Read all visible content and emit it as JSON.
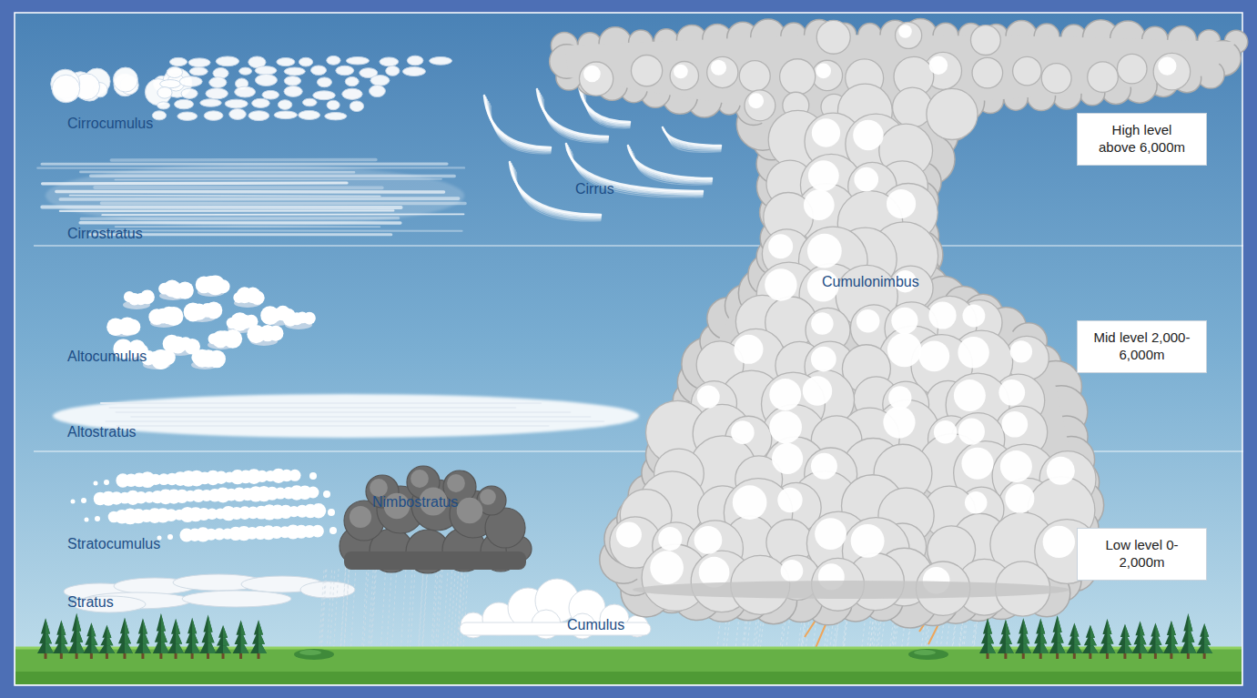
{
  "diagram": {
    "nodes": [
      {
        "text": [
          "High level above 6,000m"
        ]
      },
      {
        "text": [
          "Mid level 2,000-6,000m"
        ]
      },
      {
        "text": [
          "Low level 0-2,000m"
        ]
      }
    ],
    "labels": [
      "Cirrocumulus",
      "Cirrostratus",
      "Cirrus",
      "Cumulonimbus",
      "Altocumulus",
      "Altostratus",
      "Stratocumulus",
      "Nimbostratus",
      "Stratus",
      "Cumulus"
    ]
  }
}
